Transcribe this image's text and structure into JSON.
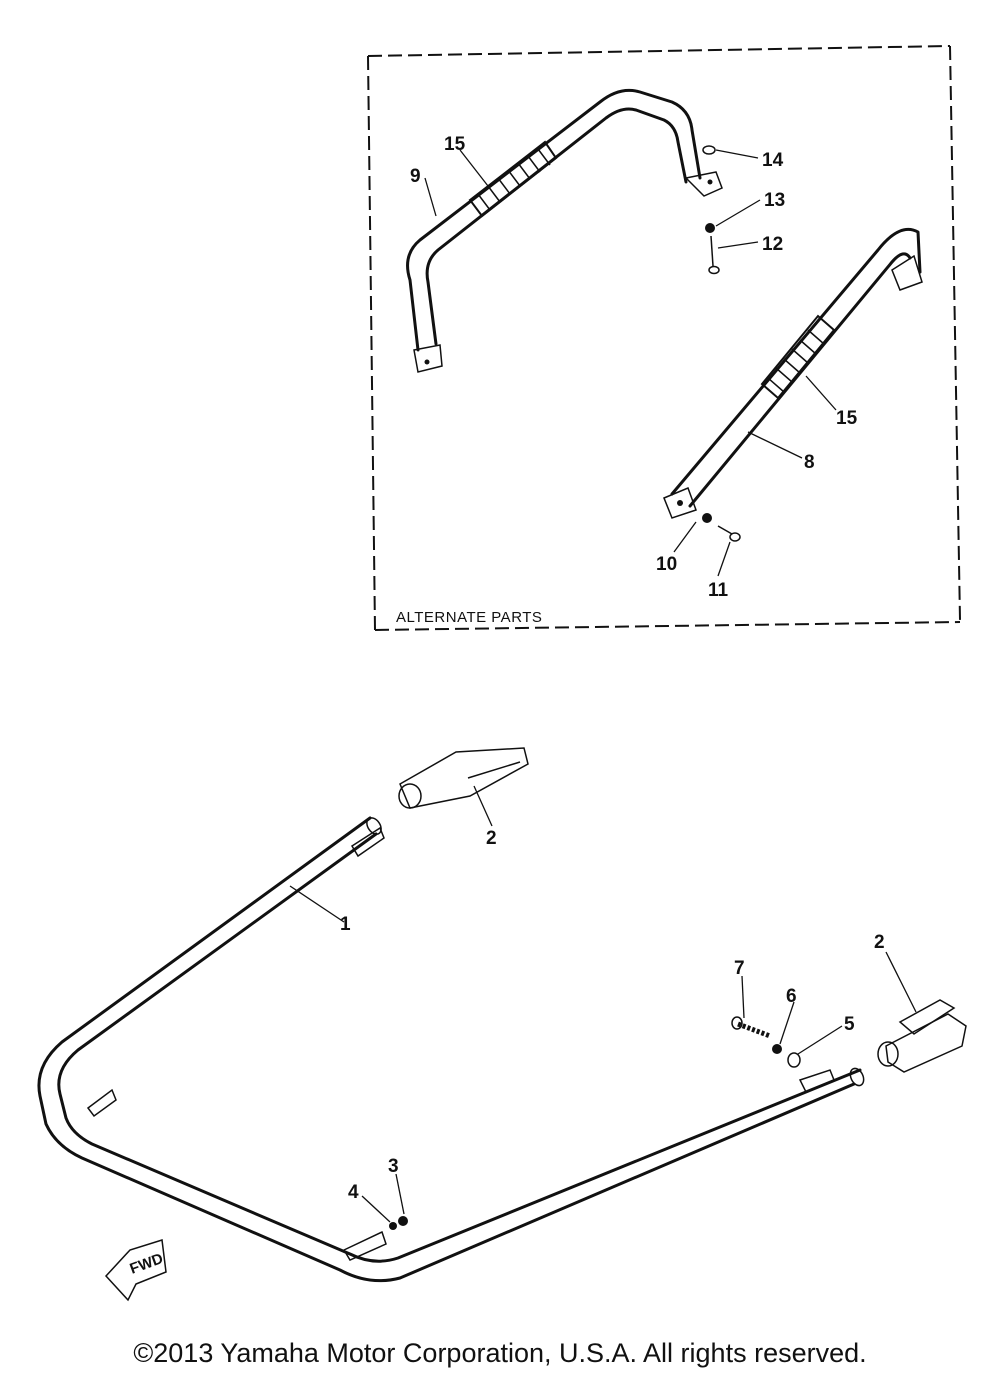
{
  "diagram": {
    "inset_caption": "ALTERNATE PARTS",
    "fwd_label": "FWD",
    "part_labels": {
      "p1": "1",
      "p2a": "2",
      "p2b": "2",
      "p3": "3",
      "p4": "4",
      "p5": "5",
      "p6": "6",
      "p7": "7",
      "p8": "8",
      "p9": "9",
      "p10": "10",
      "p11": "11",
      "p12": "12",
      "p13": "13",
      "p14": "14",
      "p15a": "15",
      "p15b": "15"
    }
  },
  "footer": {
    "copyright": "©2013 Yamaha Motor Corporation, U.S.A. All rights reserved."
  }
}
